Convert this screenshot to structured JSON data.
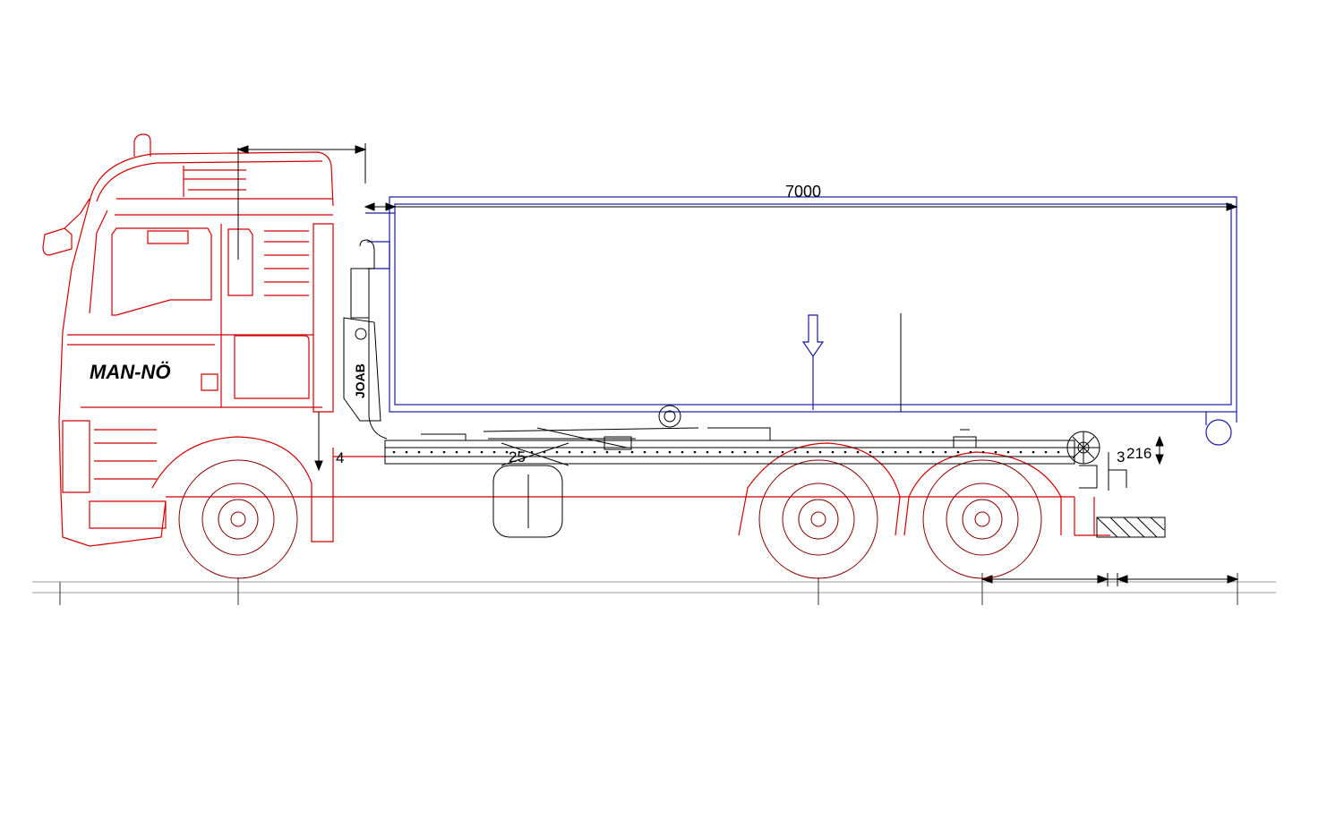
{
  "cab_label": "MAN-NÖ",
  "crane_logo": "JOAB",
  "dimensions": {
    "body_length": "7000",
    "frame_offset": "4",
    "subframe_gap": "25",
    "rear_height": "216",
    "rear_small": "3"
  },
  "colors": {
    "truck": "#d40000",
    "container": "#1a1aa8",
    "hookloader": "#000000",
    "ground": "#888888"
  }
}
